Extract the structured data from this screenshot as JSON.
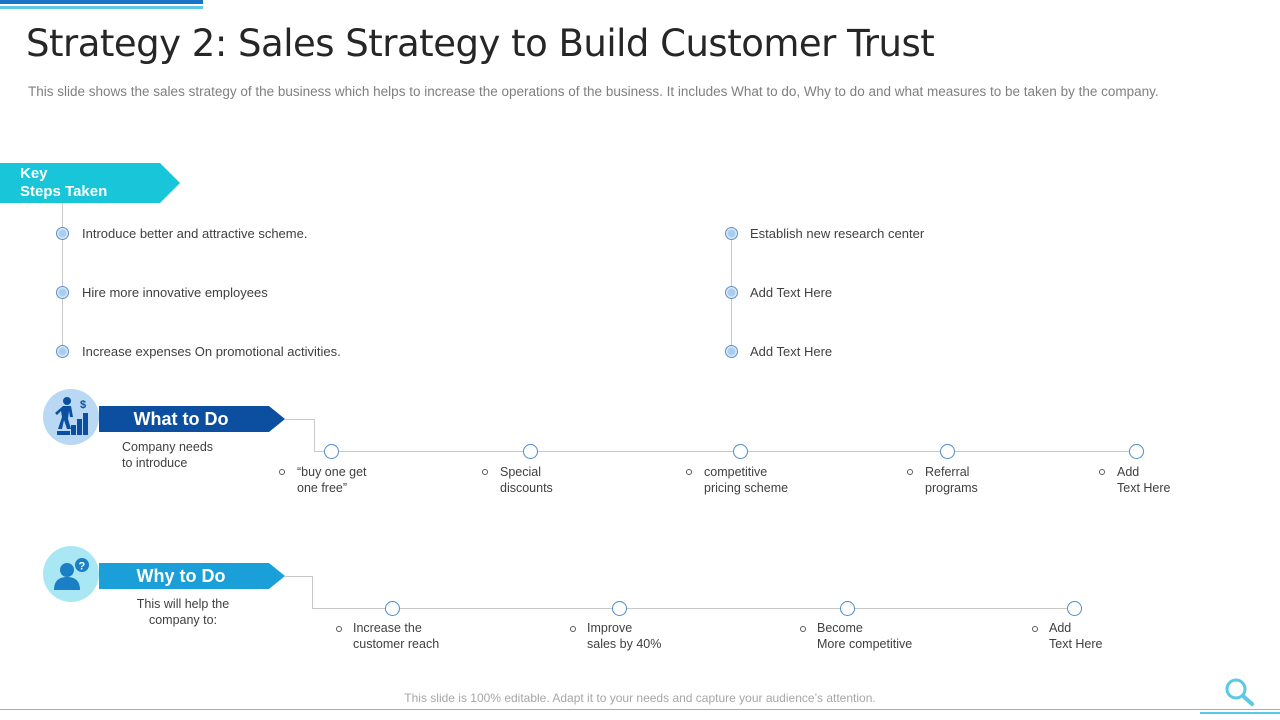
{
  "title": "Strategy 2: Sales Strategy to Build Customer Trust",
  "subtitle": "This slide shows the sales strategy of the business which helps to increase the operations of the business. It includes What to do, Why to do and what measures to be taken by the company.",
  "key_steps": {
    "label_line1": "Key",
    "label_line2": "Steps Taken",
    "left": [
      "Introduce better and attractive scheme.",
      "Hire more innovative  employees",
      "Increase expenses On promotional activities."
    ],
    "right": [
      "Establish new research center",
      "Add Text Here",
      "Add Text Here"
    ]
  },
  "what_to_do": {
    "label": "What to Do",
    "desc_line1": "Company needs",
    "desc_line2": "to introduce",
    "items": [
      [
        "“buy one get",
        "one free”"
      ],
      [
        "Special",
        "discounts"
      ],
      [
        "competitive",
        "pricing scheme"
      ],
      [
        "Referral",
        "programs"
      ],
      [
        "Add",
        "Text Here"
      ]
    ]
  },
  "why_to_do": {
    "label": "Why to Do",
    "desc_line1": "This will help the",
    "desc_line2": "company to:",
    "items": [
      [
        "Increase the",
        "customer reach"
      ],
      [
        "Improve",
        "sales by 40%"
      ],
      [
        "Become",
        "More competitive"
      ],
      [
        "Add",
        "Text Here"
      ]
    ]
  },
  "footer": "This slide is 100% editable. Adapt it to your needs and capture your audience’s attention.",
  "icons": {
    "what": "person-climbing-bars-dollar-icon",
    "why": "person-question-icon",
    "corner": "search-icon"
  },
  "colors": {
    "key_tag": "#19c6d9",
    "what_banner": "#0c4fa0",
    "why_banner": "#1a9fd8",
    "accent_line": "#5bc8e8"
  }
}
